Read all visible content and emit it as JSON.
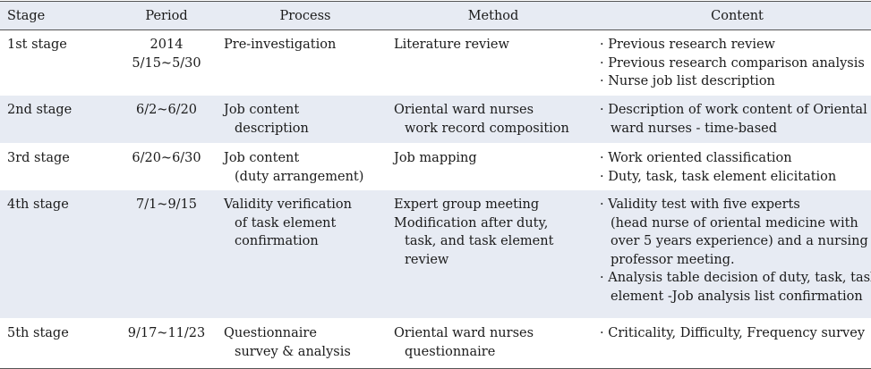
{
  "headers": [
    "Stage",
    "Period",
    "Process",
    "Method",
    "Content"
  ],
  "rows": [
    {
      "stage": "1st stage",
      "period": [
        "2014",
        "5/15~5/30"
      ],
      "process": [
        "Pre-investigation"
      ],
      "method": [
        "Literature review"
      ],
      "content": [
        "· Previous research review",
        "· Previous research comparison analysis",
        "· Nurse job list description"
      ]
    },
    {
      "stage": "2nd stage",
      "period": [
        "6/2~6/20"
      ],
      "process": [
        "Job content",
        "description"
      ],
      "method": [
        "Oriental ward nurses",
        "work record composition"
      ],
      "content": [
        "· Description of work content of Oriental",
        "ward nurses - time-based"
      ]
    },
    {
      "stage": "3rd stage",
      "period": [
        "6/20~6/30"
      ],
      "process": [
        "Job content",
        "(duty arrangement)"
      ],
      "method": [
        "Job mapping"
      ],
      "content": [
        "· Work oriented classification",
        "· Duty, task, task element elicitation"
      ]
    },
    {
      "stage": "4th stage",
      "period": [
        "7/1~9/15"
      ],
      "process": [
        "Validity verification",
        "of task element",
        "confirmation"
      ],
      "method": [
        "Expert group meeting",
        "Modification after duty,",
        "task, and task element",
        "review"
      ],
      "content": [
        "· Validity test with five experts",
        "(head nurse of oriental medicine with",
        "over 5 years experience) and a nursing",
        "professor meeting.",
        "· Analysis table decision of duty, task, task",
        "element -Job analysis list confirmation"
      ]
    },
    {
      "stage": "5th stage",
      "period": [
        "9/17~11/23"
      ],
      "process": [
        "Questionnaire",
        "survey & analysis"
      ],
      "method": [
        "Oriental ward nurses",
        "questionnaire"
      ],
      "content": [
        "· Criticality, Difficulty, Frequency survey"
      ]
    }
  ]
}
